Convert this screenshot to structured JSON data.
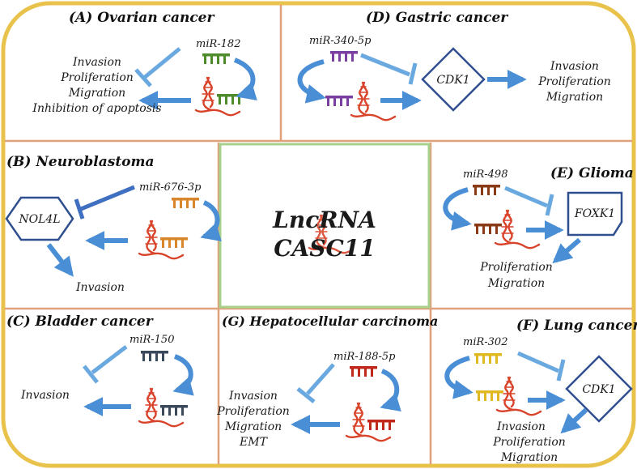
{
  "panels": {
    "a": {
      "title": "(A)  Ovarian cancer",
      "mirna": "miR-182",
      "outcomes": [
        "Invasion",
        "Proliferation",
        "Migration",
        "Inhibition of apoptosis"
      ]
    },
    "b": {
      "title": "(B)  Neuroblastoma",
      "mirna": "miR-676-3p",
      "target": "NOL4L",
      "outcome": "Invasion"
    },
    "c": {
      "title": "(C) Bladder cancer",
      "mirna": "miR-150",
      "outcome": "Invasion"
    },
    "d": {
      "title": "(D)  Gastric cancer",
      "mirna": "miR-340-5p",
      "target": "CDK1",
      "outcomes": [
        "Invasion",
        "Proliferation",
        "Migration"
      ]
    },
    "e": {
      "title": "(E) Glioma",
      "mirna": "miR-498",
      "target": "FOXK1",
      "outcomes": [
        "Proliferation",
        "Migration"
      ]
    },
    "f": {
      "title": "(F) Lung cancer",
      "mirna": "miR-302",
      "target": "CDK1",
      "outcomes": [
        "Invasion",
        "Proliferation",
        "Migration"
      ]
    },
    "g": {
      "title": "(G) Hepatocellular carcinoma",
      "mirna": "miR-188-5p",
      "outcomes": [
        "Invasion",
        "Proliferation",
        "Migration",
        "EMT"
      ]
    }
  },
  "center": {
    "line1": "LncRNA",
    "line2": "CASC11"
  },
  "colors": {
    "outer_border": "#e8c24a",
    "panel_border": "#e0a07a",
    "center_border": "#a9d18e",
    "arrow": "#4a8fd6",
    "inhibit": "#6aa9e0",
    "inhibit_dark": "#3f6fc0",
    "lncrna": "#d9432a",
    "diamond": "#2f4f8f",
    "mirna_a": "#4e8b2a",
    "mirna_b": "#d9862a",
    "mirna_c": "#3b4a5a",
    "mirna_d": "#7a3fa0",
    "mirna_e": "#8a3a14",
    "mirna_f": "#e0b822",
    "mirna_g": "#c0281c"
  }
}
